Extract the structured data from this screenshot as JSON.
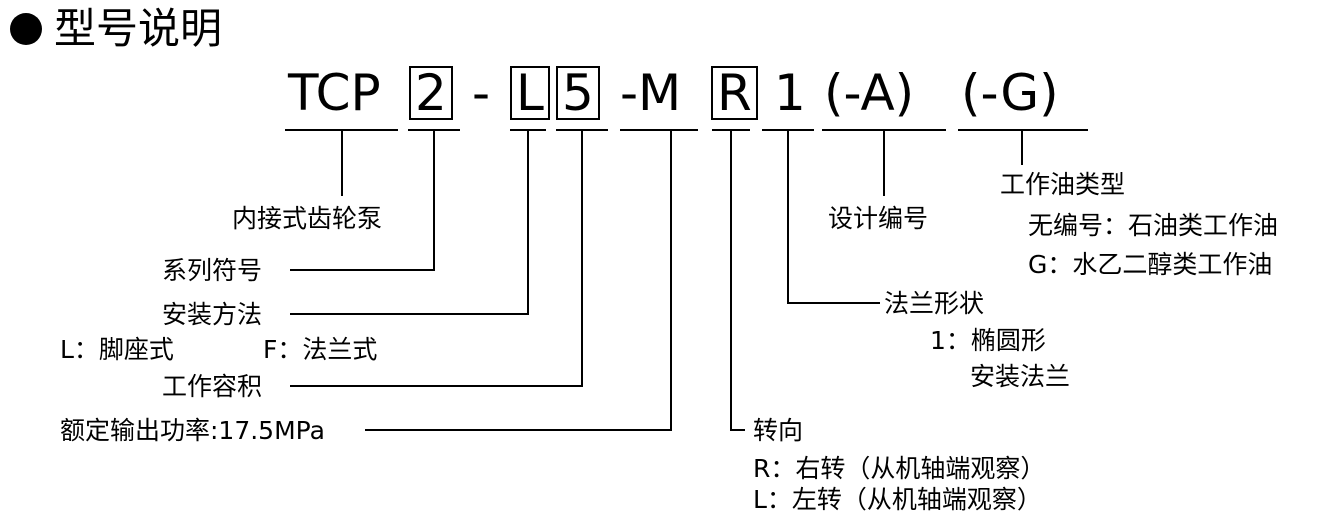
{
  "heading": {
    "title": "型号说明"
  },
  "model_code": {
    "segments": [
      {
        "text": "TCP",
        "boxed": false
      },
      {
        "text": "2",
        "boxed": true
      },
      {
        "text": "-",
        "boxed": false
      },
      {
        "text": "L",
        "boxed": true
      },
      {
        "text": "5",
        "boxed": true
      },
      {
        "text": "-M",
        "boxed": false
      },
      {
        "text": "R",
        "boxed": true
      },
      {
        "text": "1",
        "boxed": false
      },
      {
        "text": "(-A)",
        "boxed": false
      },
      {
        "text": "(-G)",
        "boxed": false
      }
    ]
  },
  "labels": {
    "pump_type": "内接式齿轮泵",
    "series_code": "系列符号",
    "mounting": "安装方法",
    "mounting_options": {
      "l": "L：脚座式",
      "f": "F：法兰式"
    },
    "displacement": "工作容积",
    "rated_pressure": "额定输出功率:17.5MPa",
    "rotation": "转向",
    "rotation_options": {
      "r": "R：右转（从机轴端观察）",
      "l": "L：左转（从机轴端观察）"
    },
    "flange": "法兰形状",
    "flange_options": {
      "line1": "1：椭圆形",
      "line2": "安装法兰"
    },
    "design_no": "设计编号",
    "oil_type": "工作油类型",
    "oil_options": {
      "none": "无编号：石油类工作油",
      "g": "G：水乙二醇类工作油"
    }
  }
}
